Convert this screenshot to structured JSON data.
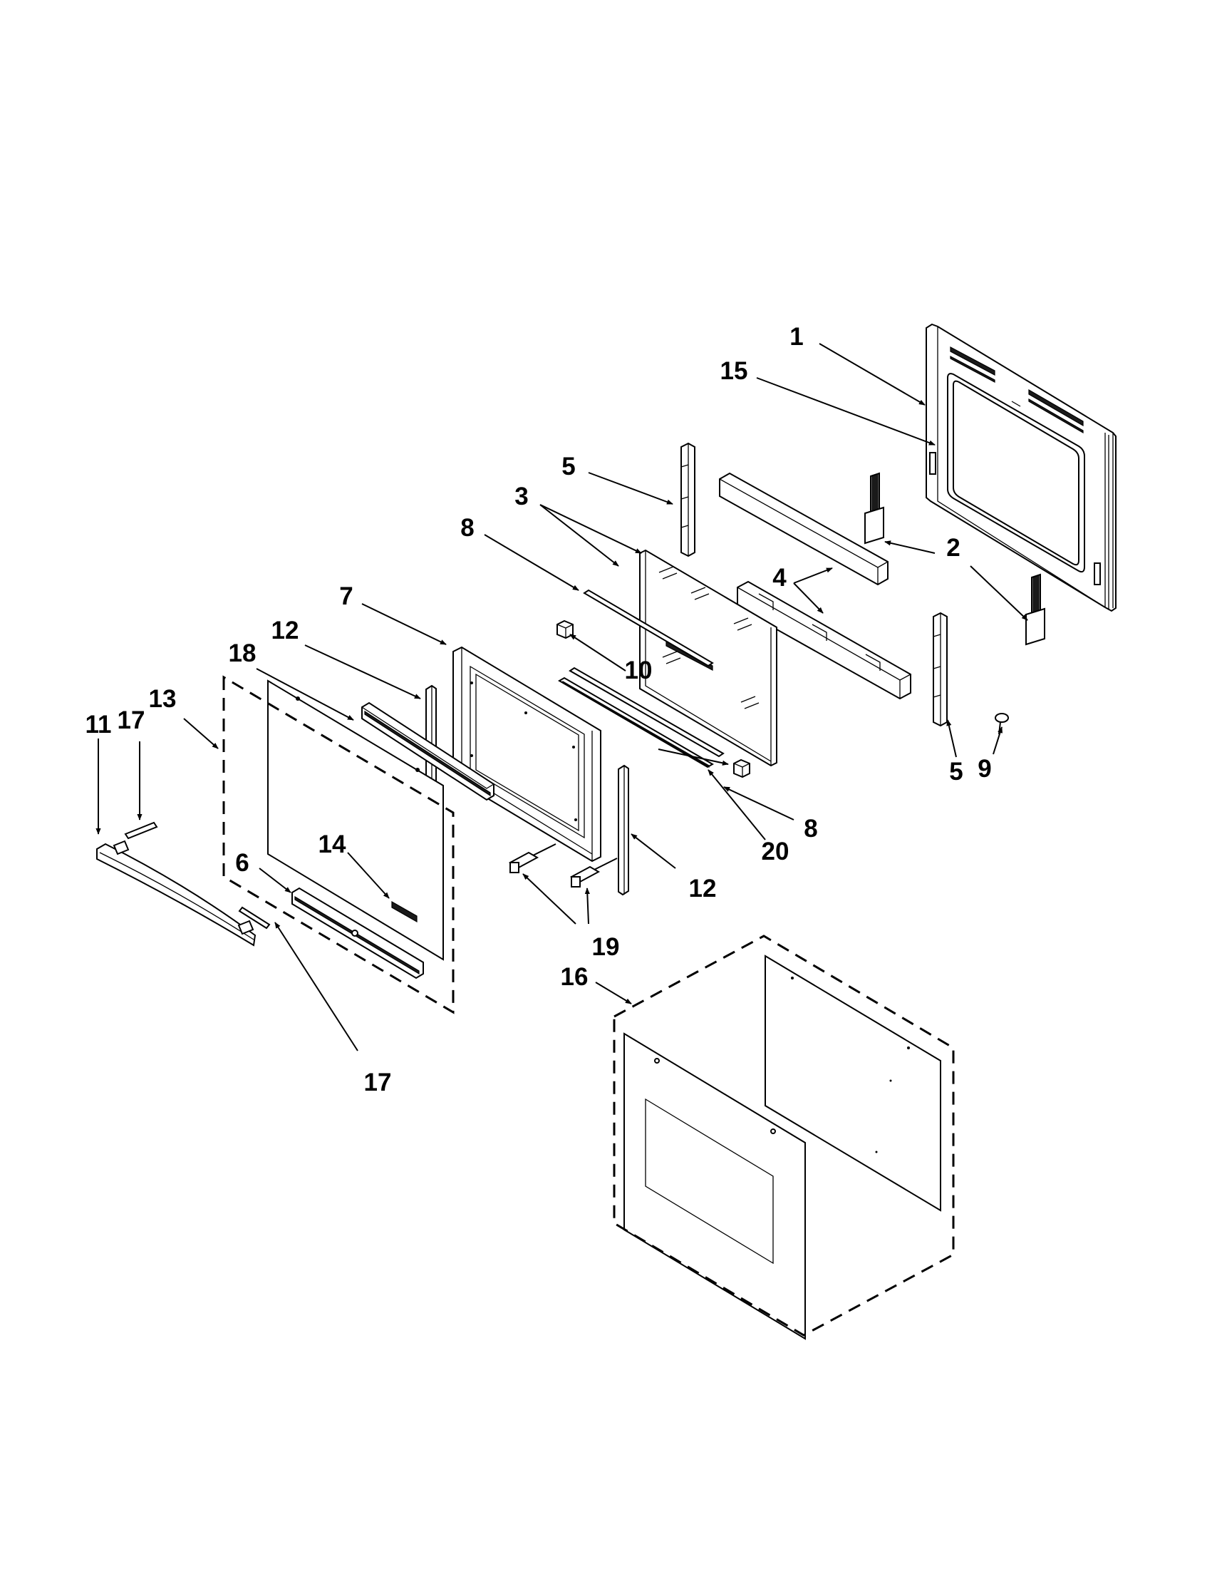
{
  "diagram": {
    "callouts": [
      {
        "id": "1",
        "text": "1"
      },
      {
        "id": "15",
        "text": "15"
      },
      {
        "id": "5a",
        "text": "5"
      },
      {
        "id": "3",
        "text": "3"
      },
      {
        "id": "8a",
        "text": "8"
      },
      {
        "id": "2",
        "text": "2"
      },
      {
        "id": "4",
        "text": "4"
      },
      {
        "id": "7",
        "text": "7"
      },
      {
        "id": "12a",
        "text": "12"
      },
      {
        "id": "18",
        "text": "18"
      },
      {
        "id": "13",
        "text": "13"
      },
      {
        "id": "17a",
        "text": "17"
      },
      {
        "id": "11",
        "text": "11"
      },
      {
        "id": "10",
        "text": "10"
      },
      {
        "id": "9",
        "text": "9"
      },
      {
        "id": "5b",
        "text": "5"
      },
      {
        "id": "8b",
        "text": "8"
      },
      {
        "id": "20",
        "text": "20"
      },
      {
        "id": "14",
        "text": "14"
      },
      {
        "id": "6",
        "text": "6"
      },
      {
        "id": "12b",
        "text": "12"
      },
      {
        "id": "19",
        "text": "19"
      },
      {
        "id": "16",
        "text": "16"
      },
      {
        "id": "17b",
        "text": "17"
      }
    ]
  }
}
